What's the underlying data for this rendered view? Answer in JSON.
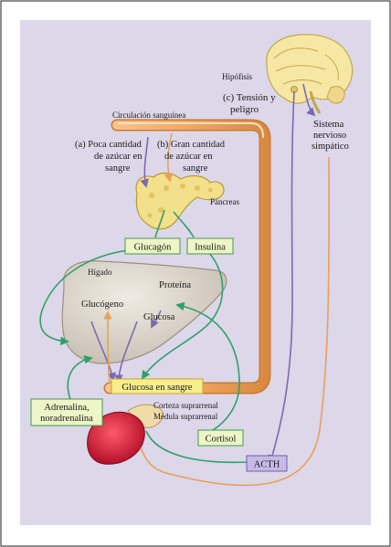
{
  "colors": {
    "background": "#ddd7ea",
    "orange": "#e8a15a",
    "green": "#2fa06a",
    "purple": "#7a6ab0",
    "label_box": "#eef5c6",
    "label_border": "#3e9b4e",
    "acth_box": "#c8b9e6"
  },
  "labels": {
    "hipofisis": "Hipófisis",
    "tension_line1": "(c) Tensión y",
    "tension_line2": "peligro",
    "snsimpatico_line1": "Sistema",
    "snsimpatico_line2": "nervioso",
    "snsimpatico_line3": "simpático",
    "circulacion": "Circulación sanguínea",
    "poca_line1": "(a) Poca cantidad",
    "poca_line2": "de azúcar en",
    "poca_line3": "sangre",
    "gran_line1": "(b) Gran cantidad",
    "gran_line2": "de azúcar en",
    "gran_line3": "sangre",
    "pancreas": "Páncreas",
    "glucagon": "Glucagón",
    "insulina": "Insulina",
    "higado": "Hígado",
    "glucogeno": "Glucógeno",
    "proteina": "Proteína",
    "glucosa": "Glucosa",
    "glucosa_sangre": "Glucosa en sangre",
    "corteza": "Corteza suprarrenal",
    "medula": "Médula suprarrenal",
    "adrenalina_line1": "Adrenalina,",
    "adrenalina_line2": "noradrenalina",
    "cortisol": "Cortisol",
    "acth": "ACTH"
  }
}
